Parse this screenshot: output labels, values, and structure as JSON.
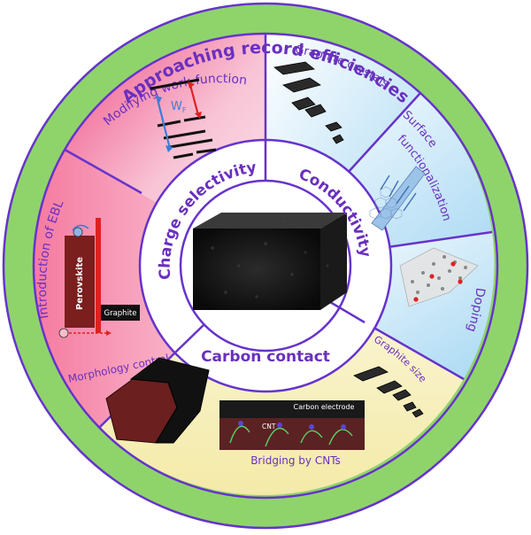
{
  "title": "Approaching record efficiencies",
  "sectors": {
    "charge_selectivity": "Charge selectivity",
    "conductivity": "Conductivity",
    "carbon_contact": "Carbon contact"
  },
  "segments": {
    "modifying_work_function": "Modifying work-function",
    "introduction_of_ebl": "Introduction of EBL",
    "graphite_crystals": "Graphite crystals",
    "surface_functionalization_line1": "Surface",
    "surface_functionalization_line2": "functionalization",
    "doping": "Doping",
    "graphite_size": "Graphite size",
    "morphology_control": "Morphology control",
    "bridging_by_cnts": "Bridging by CNTs"
  },
  "labels": {
    "wf": "W",
    "wf_sub": "F",
    "perovskite": "Perovskite",
    "graphite": "Graphite",
    "carbon_electrode": "Carbon electrode",
    "cnt": "CNT"
  },
  "colors": {
    "ring_green": "#8fd46a",
    "ring_border": "#6633cc",
    "label_purple": "#6a2fbf",
    "pink": "#f7b9cf",
    "blue": "#cde9f7",
    "yellow": "#f8f2c4"
  }
}
